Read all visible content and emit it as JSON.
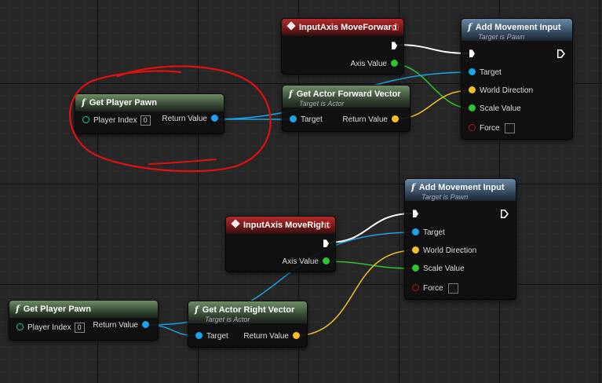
{
  "nodes": {
    "input_forward": {
      "title": "InputAxis MoveForward",
      "axis_value": "Axis Value"
    },
    "add_move_1": {
      "title": "Add Movement Input",
      "subtitle": "Target is Pawn",
      "target": "Target",
      "world_direction": "World Direction",
      "scale_value": "Scale Value",
      "force": "Force"
    },
    "get_pawn_1": {
      "title": "Get Player Pawn",
      "player_index_label": "Player Index",
      "player_index_value": "0",
      "return_value": "Return Value"
    },
    "forward_vector": {
      "title": "Get Actor Forward Vector",
      "subtitle": "Target is Actor",
      "target": "Target",
      "return_value": "Return Value"
    },
    "add_move_2": {
      "title": "Add Movement Input",
      "subtitle": "Target is Pawn",
      "target": "Target",
      "world_direction": "World Direction",
      "scale_value": "Scale Value",
      "force": "Force"
    },
    "input_right": {
      "title": "InputAxis MoveRight",
      "axis_value": "Axis Value"
    },
    "get_pawn_2": {
      "title": "Get Player Pawn",
      "player_index_label": "Player Index",
      "player_index_value": "0",
      "return_value": "Return Value"
    },
    "right_vector": {
      "title": "Get Actor Right Vector",
      "subtitle": "Target is Actor",
      "target": "Target",
      "return_value": "Return Value"
    }
  },
  "icons": {
    "function": "f",
    "event": "diamond-event-icon"
  },
  "colors": {
    "grid_bg": "#262626",
    "object_pin": "#1aa3ea",
    "vector_pin": "#f5c024",
    "float_pin": "#2ec42e",
    "exec_wire": "#ffffff",
    "annotation": "#e01010",
    "function_header": "#6d8d66",
    "target_function_header": "#6a8aa6",
    "event_header": "#b62a2a"
  }
}
